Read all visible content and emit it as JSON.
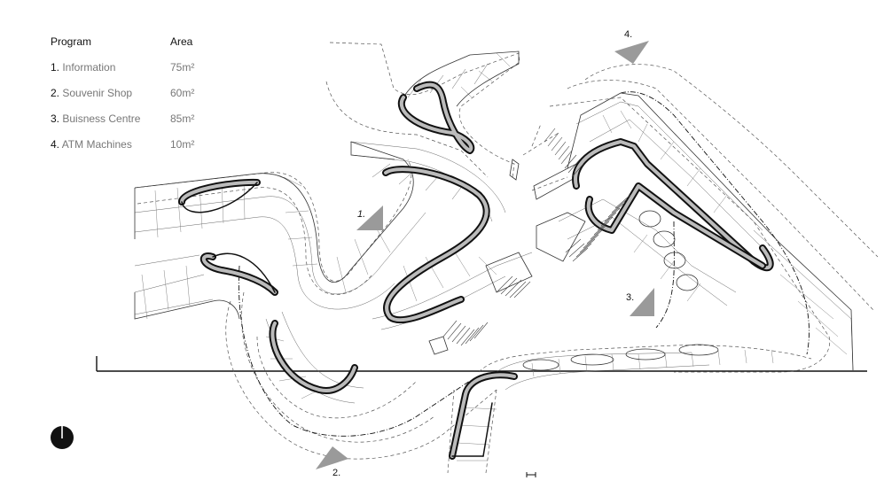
{
  "legend": {
    "header": {
      "program": "Program",
      "area": "Area"
    },
    "rows": [
      {
        "num": "1.",
        "name": "Information",
        "area": "75m²"
      },
      {
        "num": "2.",
        "name": "Souvenir Shop",
        "area": "60m²"
      },
      {
        "num": "3.",
        "name": "Buisness Centre",
        "area": "85m²"
      },
      {
        "num": "4.",
        "name": "ATM Machines",
        "area": "10m²"
      }
    ]
  },
  "markers": [
    {
      "id": "1",
      "label": "1."
    },
    {
      "id": "2",
      "label": "2."
    },
    {
      "id": "3",
      "label": "3."
    },
    {
      "id": "4",
      "label": "4."
    }
  ],
  "icons": {
    "north": "north-arrow-icon",
    "scale": "scale-bar-icon",
    "direction": "triangle-arrow-icon"
  },
  "colors": {
    "ink": "#111111",
    "muted": "#777777",
    "marker": "#9a9a9a",
    "hatch": "#444444"
  }
}
